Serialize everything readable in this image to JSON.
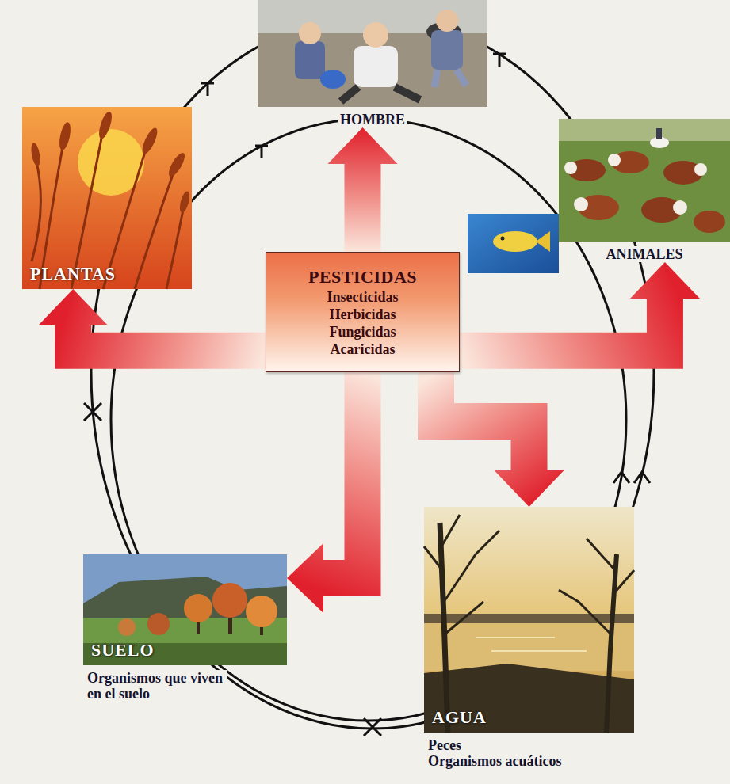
{
  "diagram": {
    "nodes": [
      {
        "text": [
          "HOMBRE"
        ]
      },
      {
        "text": [
          "PLANTAS"
        ]
      },
      {
        "text": [
          "ANIMALES"
        ]
      },
      {
        "text": [
          "PESTICIDAS",
          "Insecticidas",
          "Herbicidas",
          "Fungicidas",
          "Acaricidas"
        ]
      },
      {
        "text": [
          "SUELO",
          "Organismos que viven en el suelo"
        ]
      },
      {
        "text": [
          "AGUA",
          "Peces",
          "Organismos acuáticos"
        ]
      }
    ],
    "edges": [
      {
        "from": 3,
        "to": 0,
        "arrow": "to"
      },
      {
        "from": 3,
        "to": 1,
        "arrow": "to"
      },
      {
        "from": 3,
        "to": 2,
        "arrow": "to"
      },
      {
        "from": 3,
        "to": 4,
        "arrow": "to"
      },
      {
        "from": 3,
        "to": 5,
        "arrow": "to"
      }
    ]
  }
}
